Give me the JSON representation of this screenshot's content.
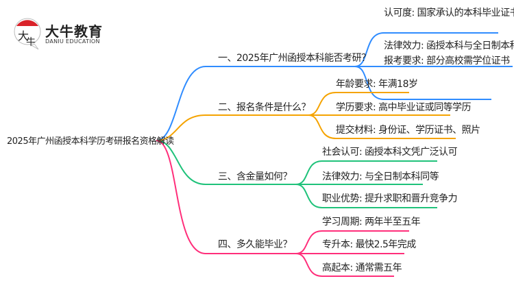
{
  "logo": {
    "name_cn": "大牛教育",
    "name_en": "DANIU EDUCATION",
    "mark_text": "大牛"
  },
  "root": "2025年广州函授本科学历考研报名资格解读",
  "colors": {
    "blue": "#2f8cff",
    "orange": "#f5a300",
    "green": "#1fc27a",
    "pink": "#ff2e7a"
  },
  "branches": [
    {
      "label": "一、2025年广州函授本科能否考研？",
      "children": [
        "认可度: 国家承认的本科毕业证书",
        "法律效力: 函授本科与全日制本科同等",
        "报考要求: 部分高校需学位证书"
      ]
    },
    {
      "label": "二、报名条件是什么？",
      "children": [
        "年龄要求: 年满18岁",
        "学历要求: 高中毕业证或同等学历",
        "提交材料: 身份证、学历证书、照片"
      ]
    },
    {
      "label": "三、含金量如何？",
      "children": [
        "社会认可: 函授本科文凭广泛认可",
        "法律效力: 与全日制本科同等",
        "职业优势: 提升求职和晋升竞争力"
      ]
    },
    {
      "label": "四、多久能毕业？",
      "children": [
        "学习周期: 两年半至五年",
        "专升本: 最快2.5年完成",
        "高起本: 通常需五年"
      ]
    }
  ]
}
